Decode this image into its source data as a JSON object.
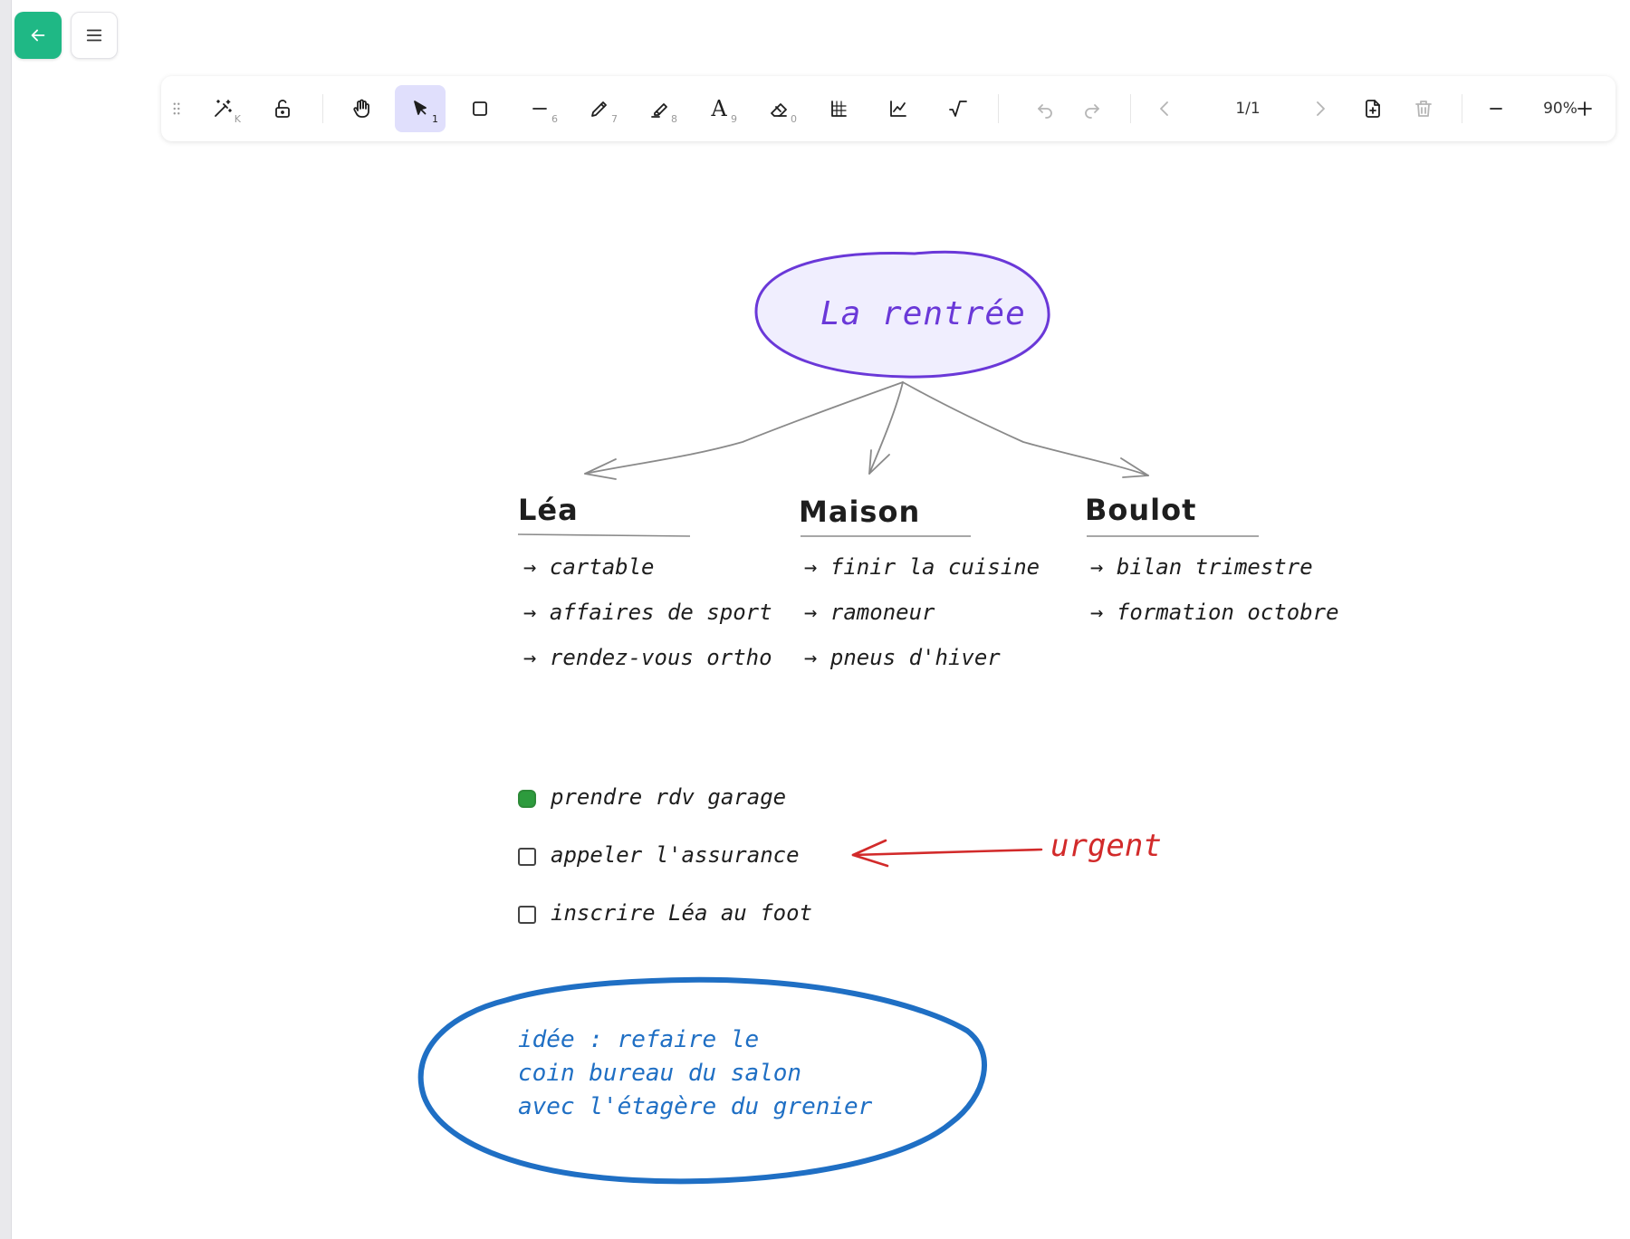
{
  "app": {
    "back_icon": "arrow-left-icon",
    "menu_icon": "hamburger-menu-icon",
    "accent_color": "#1fb885"
  },
  "toolbar": {
    "tools": [
      {
        "name": "magic-wand",
        "icon": "wand-icon",
        "shortcut": "K"
      },
      {
        "name": "lock",
        "icon": "unlock-icon",
        "shortcut": ""
      },
      {
        "name": "hand",
        "icon": "hand-icon",
        "shortcut": ""
      },
      {
        "name": "select",
        "icon": "cursor-icon",
        "shortcut": "1",
        "active": true
      },
      {
        "name": "rectangle",
        "icon": "square-icon",
        "shortcut": ""
      },
      {
        "name": "line",
        "icon": "line-icon",
        "shortcut": "6"
      },
      {
        "name": "pencil",
        "icon": "pencil-icon",
        "shortcut": "7"
      },
      {
        "name": "highlighter",
        "icon": "highlighter-icon",
        "shortcut": "8"
      },
      {
        "name": "text",
        "icon": "text-icon",
        "shortcut": "9"
      },
      {
        "name": "eraser",
        "icon": "eraser-icon",
        "shortcut": "0"
      },
      {
        "name": "table",
        "icon": "table-icon",
        "shortcut": ""
      },
      {
        "name": "chart",
        "icon": "chart-icon",
        "shortcut": ""
      },
      {
        "name": "math",
        "icon": "sqrt-icon",
        "shortcut": ""
      }
    ],
    "text_glyph": "A",
    "page_indicator": "1/1",
    "zoom_level": "90%"
  },
  "canvas": {
    "title": "La rentrée",
    "columns": [
      {
        "heading": "Léa",
        "items": [
          "cartable",
          "affaires de sport",
          "rendez-vous ortho"
        ]
      },
      {
        "heading": "Maison",
        "items": [
          "finir la cuisine",
          "ramoneur",
          "pneus d'hiver"
        ]
      },
      {
        "heading": "Boulot",
        "items": [
          "bilan trimestre",
          "formation octobre"
        ]
      }
    ],
    "bullet": "→",
    "todos": [
      {
        "label": "prendre rdv garage",
        "checked": true
      },
      {
        "label": "appeler l'assurance",
        "checked": false
      },
      {
        "label": "inscrire Léa au foot",
        "checked": false
      }
    ],
    "annotation": "urgent",
    "note": "idée : refaire le\ncoin bureau du salon\navec l'étagère du grenier",
    "colors": {
      "title": "#6a38d8",
      "title_fill": "#f0eefe",
      "urgent": "#d22a2a",
      "note": "#1f6fc4",
      "check": "#2d9b3d",
      "arrows": "#8a8a8a"
    }
  }
}
